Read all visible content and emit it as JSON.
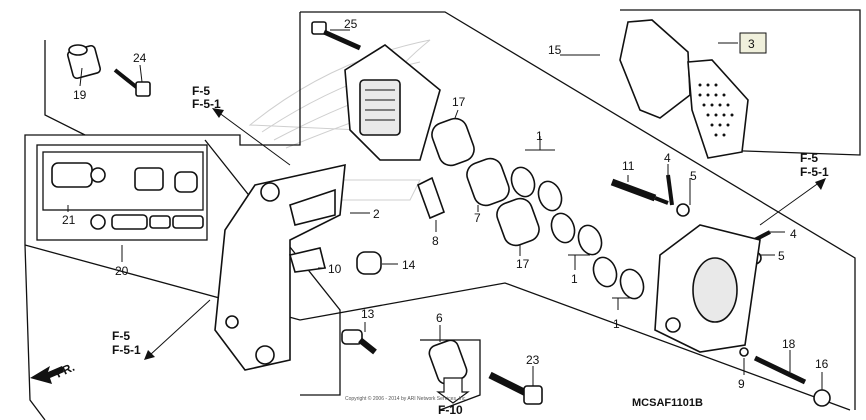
{
  "diagram": {
    "code": "MCSAF1101B",
    "copyright": "Copyright © 2006 - 2014 by ARI Network Services, Inc.",
    "direction": "FR.",
    "callouts": {
      "c25": "25",
      "c24": "24",
      "c19": "19",
      "c15": "15",
      "c3": "3",
      "c17a": "17",
      "c17b": "17",
      "c1a": "1",
      "c1b": "1",
      "c1c": "1",
      "c21": "21",
      "c20": "20",
      "c2": "2",
      "c8": "8",
      "c7": "7",
      "c10": "10",
      "c14": "14",
      "c11": "11",
      "c4a": "4",
      "c4b": "4",
      "c5a": "5",
      "c5b": "5",
      "c13": "13",
      "c23": "23",
      "c9": "9",
      "c18": "18",
      "c16": "16",
      "c6": "6"
    },
    "refs": {
      "f5_top_a": "F-5",
      "f5_top_b": "F-5-1",
      "f5_right_a": "F-5",
      "f5_right_b": "F-5-1",
      "f5_left_a": "F-5",
      "f5_left_b": "F-5-1",
      "f10": "F-10"
    }
  }
}
